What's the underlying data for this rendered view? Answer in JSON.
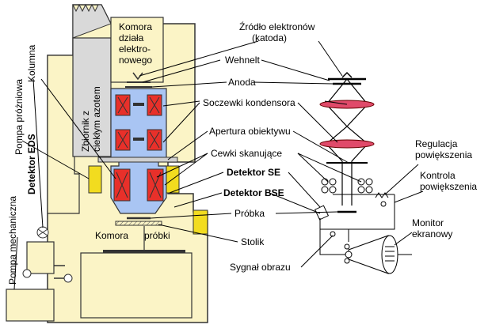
{
  "colors": {
    "housing": "#fbf4c6",
    "housing_stroke": "#333333",
    "nitrogen_tank": "#d9d9d9",
    "column_blue": "#a9c5f3",
    "coil_red": "#e8302a",
    "detector_yellow": "#f2dc1f",
    "lens_pink": "#e04a6a"
  },
  "labels": {
    "komora_dziala": [
      "Komora",
      "działa",
      "elektro-",
      "nowego"
    ],
    "zbiornik": [
      "Zbiornik z",
      "ciekłym azotem"
    ],
    "kolumna": "Kolumna",
    "pompa_prozniowa": "Pompa próżniowa",
    "detektor_eds": "Detektor EDS",
    "pompa_mechaniczna": "Pompa mechaniczna",
    "komora": "Komora",
    "probki": "próbki",
    "zrodlo": [
      "Źródło elektronów",
      "(katoda)"
    ],
    "wehnelt": "Wehnelt",
    "anoda": "Anoda",
    "soczewki": "Soczewki kondensora",
    "apertura": "Apertura obiektywu",
    "cewki": "Cewki skanujące",
    "detektor_se": "Detektor SE",
    "detektor_bse": "Detektor BSE",
    "probka": "Próbka",
    "stolik": "Stolik",
    "sygnal": "Sygnał obrazu",
    "regulacja": [
      "Regulacja",
      "powiększenia"
    ],
    "kontrola": [
      "Kontrola",
      "powiększenia"
    ],
    "monitor": [
      "Monitor",
      "ekranowy"
    ]
  }
}
